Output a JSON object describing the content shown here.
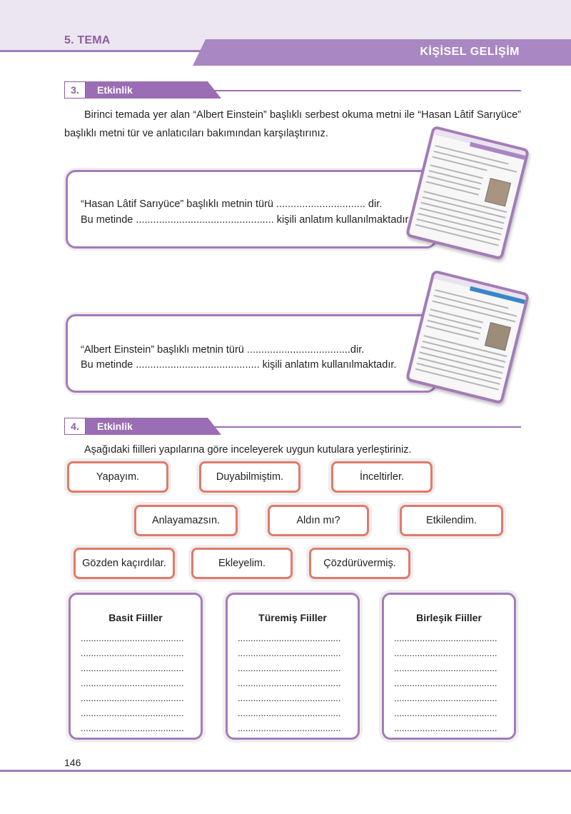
{
  "header": {
    "tema": "5. TEMA",
    "title": "KİŞİSEL GELİŞİM"
  },
  "activity3": {
    "number": "3.",
    "label": "Etkinlik",
    "prompt": "Birinci temada yer alan “Albert Einstein” başlıklı serbest okuma metni ile “Hasan Lâtif Sarıyüce” başlıklı metni tür ve anlatıcıları bakımından karşılaştırınız.",
    "box1": {
      "line1": "“Hasan Lâtif Sarıyüce” başlıklı metnin türü ............................... dir.",
      "line2": "Bu metinde ................................................ kişili anlatım kullanılmaktadır."
    },
    "box2": {
      "line1": "“Albert Einstein” başlıklı metnin türü ....................................dir.",
      "line2": "Bu metinde ........................................... kişili anlatım kullanılmaktadır."
    }
  },
  "activity4": {
    "number": "4.",
    "label": "Etkinlik",
    "instruction": "Aşağıdaki fiilleri yapılarına göre inceleyerek uygun kutulara yerleştiriniz.",
    "verbs": [
      "Yapayım.",
      "Duyabilmiştim.",
      "İnceltirler.",
      "Anlayamazsın.",
      "Aldın mı?",
      "Etkilendim.",
      "Gözden kaçırdılar.",
      "Ekleyelim.",
      "Çözdürüvermiş."
    ],
    "columns": [
      "Basit Fiiller",
      "Türemiş Fiiller",
      "Birleşik Fiiller"
    ],
    "blank": "........................................"
  },
  "page_number": "146",
  "colors": {
    "purple": "#a47bb8",
    "purple_dark": "#8e5ea2",
    "coral": "#e07a6c",
    "blue": "#3a86c4"
  }
}
